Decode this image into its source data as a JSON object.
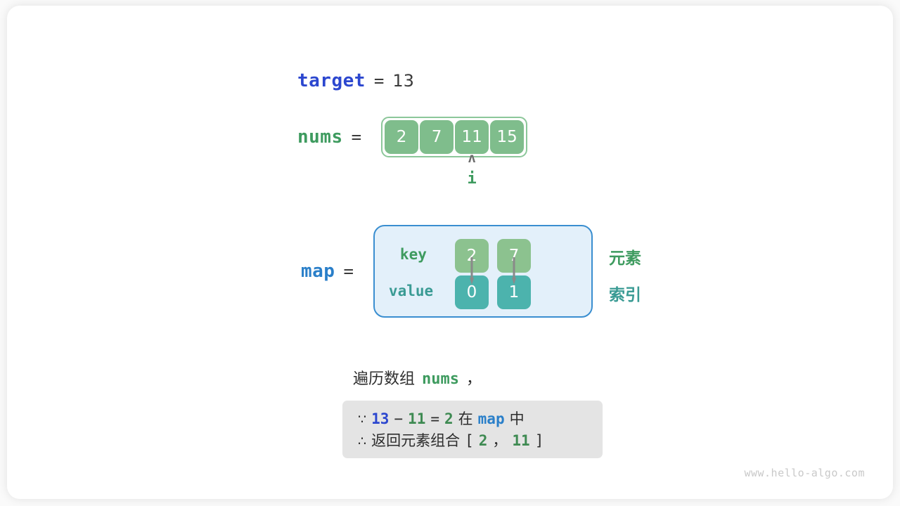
{
  "watermark": "www.hello-algo.com",
  "target": {
    "var_label": "target",
    "equals": "=",
    "value": "13"
  },
  "nums": {
    "var_label": "nums",
    "equals": "=",
    "cells": [
      "2",
      "7",
      "11",
      "15"
    ],
    "pointer": {
      "caret": "ʌ",
      "label": "i",
      "index": 2
    }
  },
  "map": {
    "var_label": "map",
    "equals": "=",
    "key_label": "key",
    "value_label": "value",
    "entries": [
      {
        "key": "2",
        "value": "0"
      },
      {
        "key": "7",
        "value": "1"
      }
    ],
    "legend_element": "元素",
    "legend_index": "索引"
  },
  "caption": {
    "text_before": "遍历数组",
    "code": "nums",
    "text_after": "，"
  },
  "reason": {
    "line1": {
      "symbol": "∵",
      "a": "13",
      "minus": "−",
      "b": "11",
      "eq": "=",
      "c": "2",
      "zai": "在",
      "map": "map",
      "zhong": "中"
    },
    "line2": {
      "symbol": "∴",
      "text": "返回元素组合",
      "bracket_open": "[",
      "x": "2",
      "comma": "，",
      "y": "11",
      "bracket_close": "]"
    }
  },
  "colors": {
    "green_cell": "#7fbd8c",
    "green_key_cell": "#8cc28f",
    "teal_cell": "#4cb3ad",
    "map_bg": "#e3f0fa",
    "map_border": "#3a8ed0",
    "reason_bg": "#e4e4e4",
    "var_target": "#2c47cf",
    "var_nums": "#3e9b5f",
    "var_map": "#2a7fc9",
    "arrow_gray": "#8a8a8a"
  }
}
